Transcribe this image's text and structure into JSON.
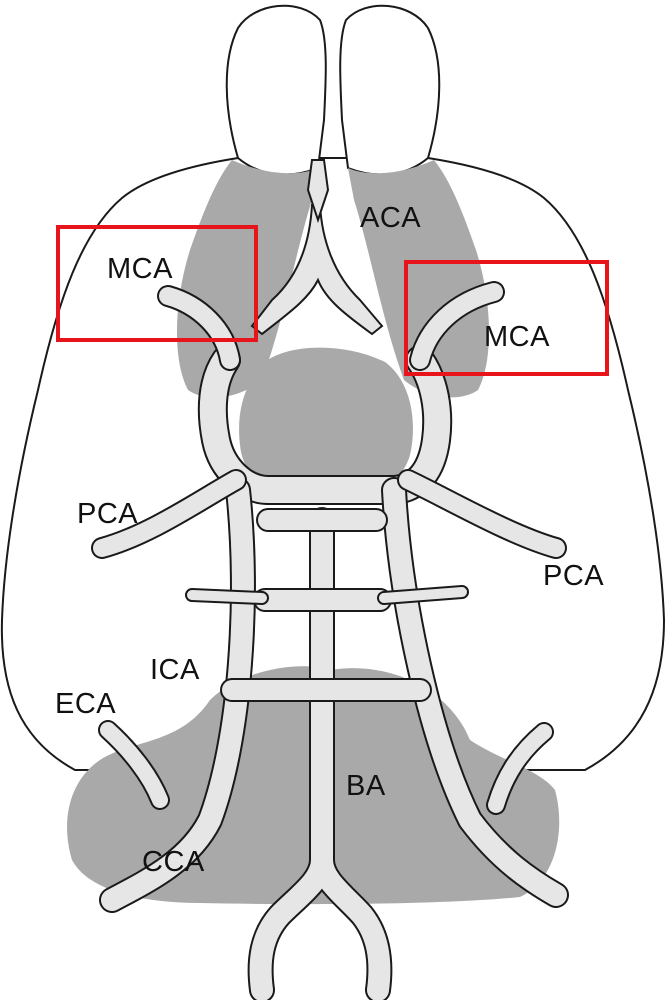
{
  "labels": {
    "aca": "ACA",
    "mca_left": "MCA",
    "mca_right": "MCA",
    "pca_left": "PCA",
    "pca_right": "PCA",
    "ica": "ICA",
    "eca": "ECA",
    "ba": "BA",
    "cca": "CCA"
  },
  "highlight_color": "#e8141b",
  "colors": {
    "outline": "#1a1a1a",
    "gray_region": "#a9a9a9",
    "vessel_fill": "#e6e6e6",
    "background": "#ffffff"
  }
}
